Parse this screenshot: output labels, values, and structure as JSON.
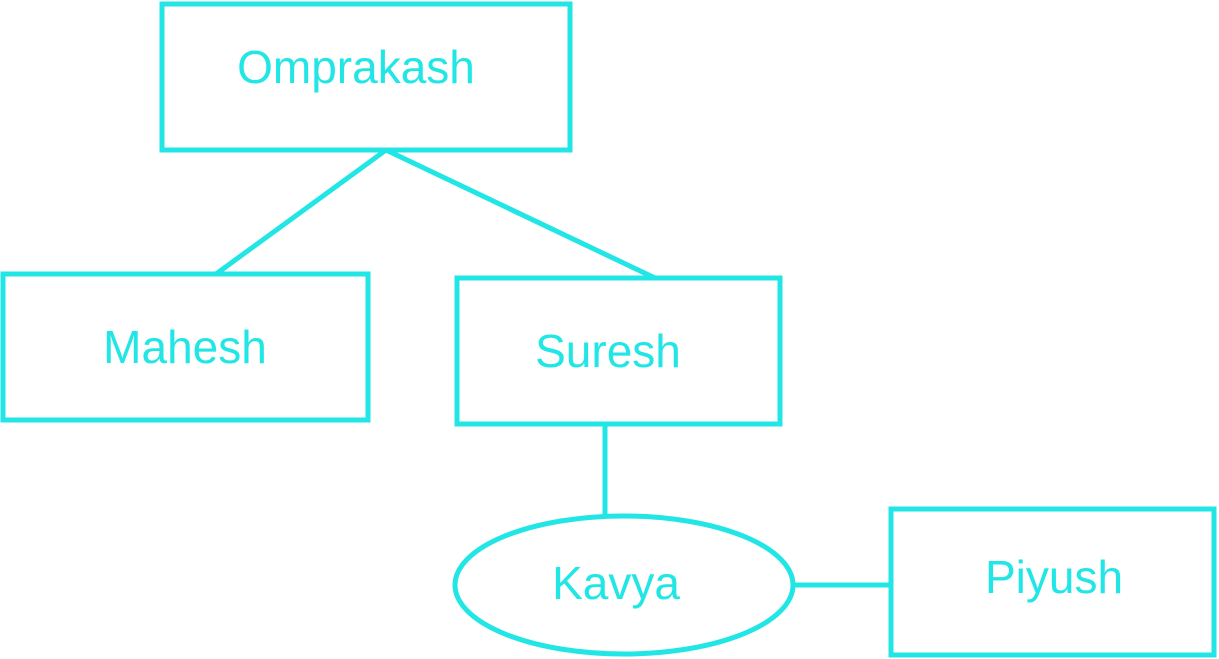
{
  "colors": {
    "stroke": "#22e6e6",
    "text": "#22e6e6"
  },
  "nodes": {
    "omprakash": {
      "label": "Omprakash",
      "shape": "rectangle"
    },
    "mahesh": {
      "label": "Mahesh",
      "shape": "rectangle"
    },
    "suresh": {
      "label": "Suresh",
      "shape": "rectangle"
    },
    "kavya": {
      "label": "Kavya",
      "shape": "ellipse"
    },
    "piyush": {
      "label": "Piyush",
      "shape": "rectangle"
    }
  },
  "edges": [
    {
      "from": "omprakash",
      "to": "mahesh"
    },
    {
      "from": "omprakash",
      "to": "suresh"
    },
    {
      "from": "suresh",
      "to": "kavya"
    },
    {
      "from": "kavya",
      "to": "piyush"
    }
  ]
}
